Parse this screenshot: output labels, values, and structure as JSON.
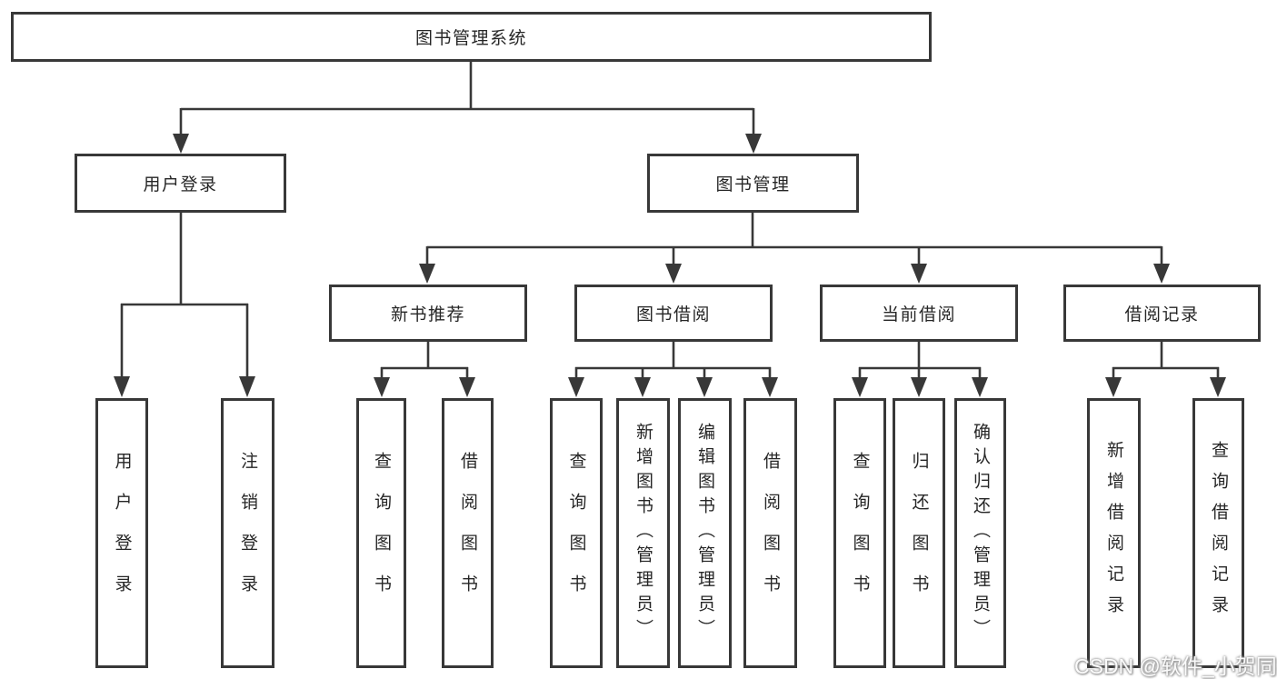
{
  "diagram_type": "hierarchy-flowchart",
  "colors": {
    "line": "#383838",
    "border": "#383838",
    "text": "#262626",
    "background": "#ffffff",
    "watermark_text": "#ffffff"
  },
  "tree": {
    "root": {
      "label": "图书管理系统"
    },
    "branches": [
      {
        "label": "用户登录",
        "children": [
          {
            "label": "用户登录"
          },
          {
            "label": "注销登录"
          }
        ]
      },
      {
        "label": "图书管理",
        "children": [
          {
            "label": "新书推荐",
            "children": [
              {
                "label": "查询图书"
              },
              {
                "label": "借阅图书"
              }
            ]
          },
          {
            "label": "图书借阅",
            "children": [
              {
                "label": "查询图书"
              },
              {
                "label": "新增图书（管理员）"
              },
              {
                "label": "编辑图书（管理员）"
              },
              {
                "label": "借阅图书"
              }
            ]
          },
          {
            "label": "当前借阅",
            "children": [
              {
                "label": "查询图书"
              },
              {
                "label": "归还图书"
              },
              {
                "label": "确认归还（管理员）"
              }
            ]
          },
          {
            "label": "借阅记录",
            "children": [
              {
                "label": "新增借阅记录"
              },
              {
                "label": "查询借阅记录"
              }
            ]
          }
        ]
      }
    ]
  },
  "watermark": {
    "text": "CSDN @软件_小贺同学"
  }
}
